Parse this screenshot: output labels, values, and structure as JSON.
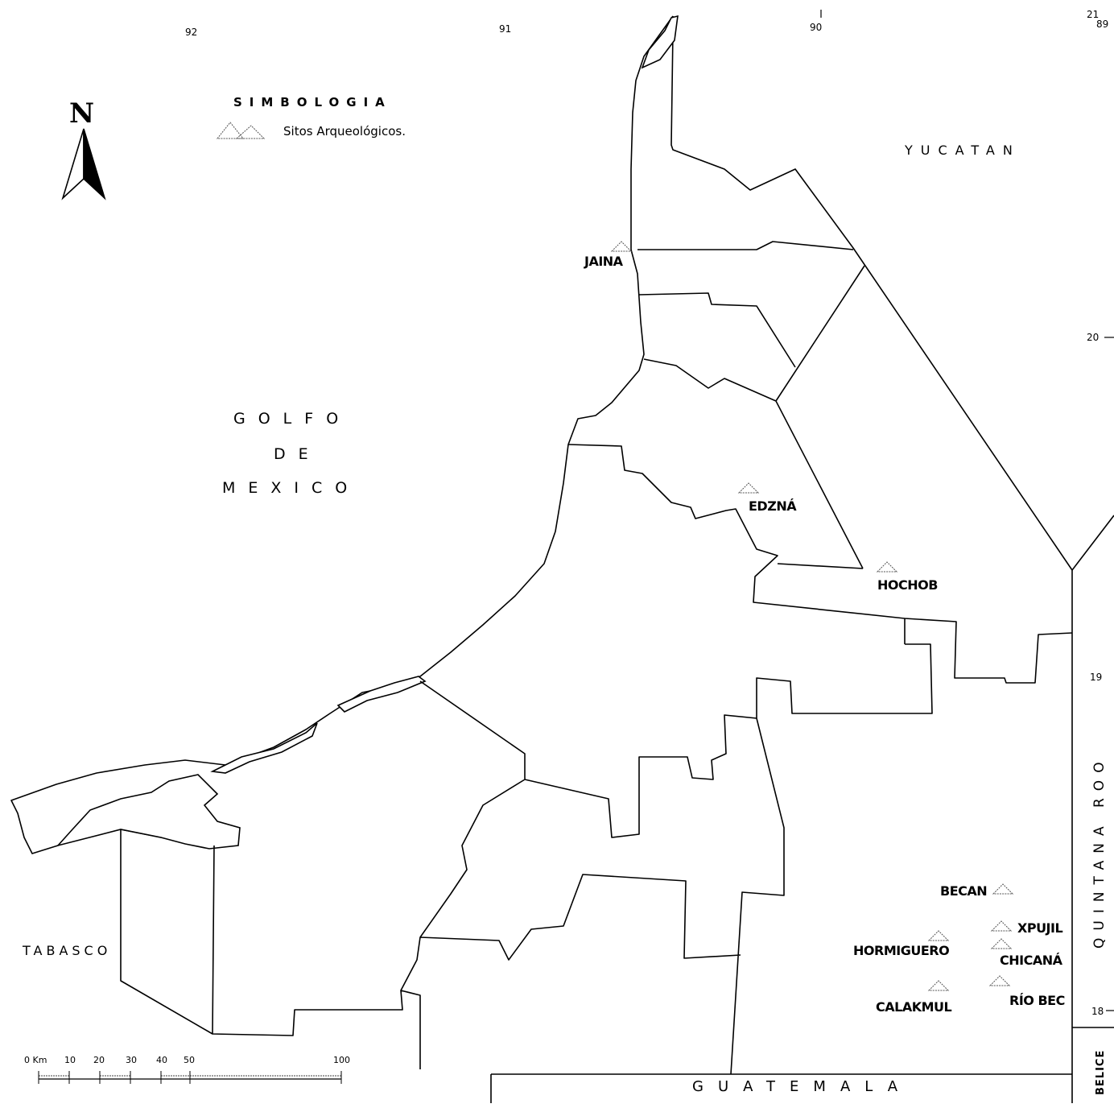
{
  "legend": {
    "title": "SIMBOLOGIA",
    "item_label": "Sitos Arqueológicos."
  },
  "north_arrow": {
    "label": "N",
    "icon": "north-arrow-icon"
  },
  "sea": {
    "line1": "GOLFO",
    "line2": "DE",
    "line3": "MEXICO"
  },
  "neighbors": {
    "yucatan": "YUCATAN",
    "tabasco": "TABASCO",
    "guatemala": "GUATEMALA",
    "quintana_roo": "QUINTANA ROO",
    "belice": "BELICE"
  },
  "sites": {
    "jaina": "JAINA",
    "edzna": "EDZNÁ",
    "hochob": "HOCHOB",
    "becan": "BECAN",
    "xpujil": "XPUJIL",
    "hormiguero": "HORMIGUERO",
    "chicana": "CHICANÁ",
    "calakmul": "CALAKMUL",
    "rio_bec": "RÍO BEC"
  },
  "graticule": {
    "lon_92": "92",
    "lon_91": "91",
    "lon_90": "90",
    "lon_89": "89",
    "lat_21": "21",
    "lat_20": "20",
    "lat_19": "19",
    "lat_18": "18"
  },
  "scale": {
    "labels": [
      "0 Km",
      "10",
      "20",
      "30",
      "40",
      "50",
      "100"
    ]
  }
}
